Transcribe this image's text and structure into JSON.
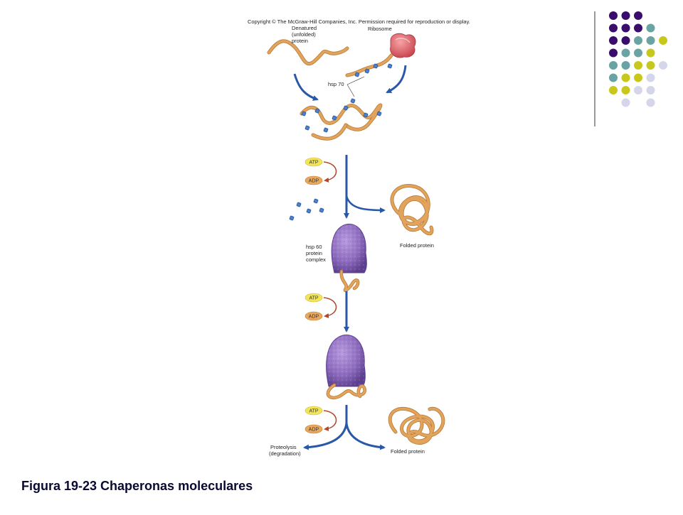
{
  "slide": {
    "caption": "Figura 19-23 Chaperonas moleculares"
  },
  "figure": {
    "copyright": "Copyright © The McGraw-Hill Companies, Inc. Permission required for reproduction or display.",
    "labels": {
      "denatured_line1": "Denatured",
      "denatured_line2": "(unfolded)",
      "denatured_line3": "protein",
      "ribosome": "Ribosome",
      "hsp70": "hsp 70",
      "hsp60_line1": "hsp 60",
      "hsp60_line2": "protein",
      "hsp60_line3": "complex",
      "folded_protein_1": "Folded protein",
      "folded_protein_2": "Folded protein",
      "proteolysis_line1": "Proteolysis",
      "proteolysis_line2": "(degradation)"
    },
    "cycles": [
      {
        "atp": "ATP",
        "adp": "ADP"
      },
      {
        "atp": "ATP",
        "adp": "ADP"
      },
      {
        "atp": "ATP",
        "adp": "ADP"
      }
    ]
  },
  "decoration": {
    "dot_colors": {
      "purple": "#3a0d6b",
      "teal": "#6aa3a3",
      "lime": "#c8c81c",
      "lavender": "#d6d6ea"
    },
    "dot_grid": [
      [
        "purple",
        "purple",
        "purple",
        "",
        "",
        "",
        ""
      ],
      [
        "purple",
        "purple",
        "purple",
        "teal",
        "",
        "",
        ""
      ],
      [
        "purple",
        "purple",
        "teal",
        "teal",
        "lime",
        "",
        ""
      ],
      [
        "purple",
        "teal",
        "teal",
        "lime",
        "",
        "",
        ""
      ],
      [
        "teal",
        "teal",
        "lime",
        "lime",
        "lavender",
        "",
        ""
      ],
      [
        "teal",
        "lime",
        "lime",
        "lavender",
        "",
        "",
        ""
      ],
      [
        "lime",
        "lime",
        "lavender",
        "lavender",
        "",
        "",
        ""
      ],
      [
        "",
        "lavender",
        "",
        "lavender",
        "",
        "",
        ""
      ]
    ]
  },
  "colors": {
    "strand": "#e2a35c",
    "strand_dark": "#b87a35",
    "arrow_blue": "#2a58a8",
    "arrow_red": "#b2452a",
    "atp_fill": "#f3e55a",
    "adp_fill": "#e9a85b",
    "hsp70_fill": "#4a7fcc",
    "complex_fill": "#8e6dbf",
    "ribosome_fill": "#e4656b"
  }
}
